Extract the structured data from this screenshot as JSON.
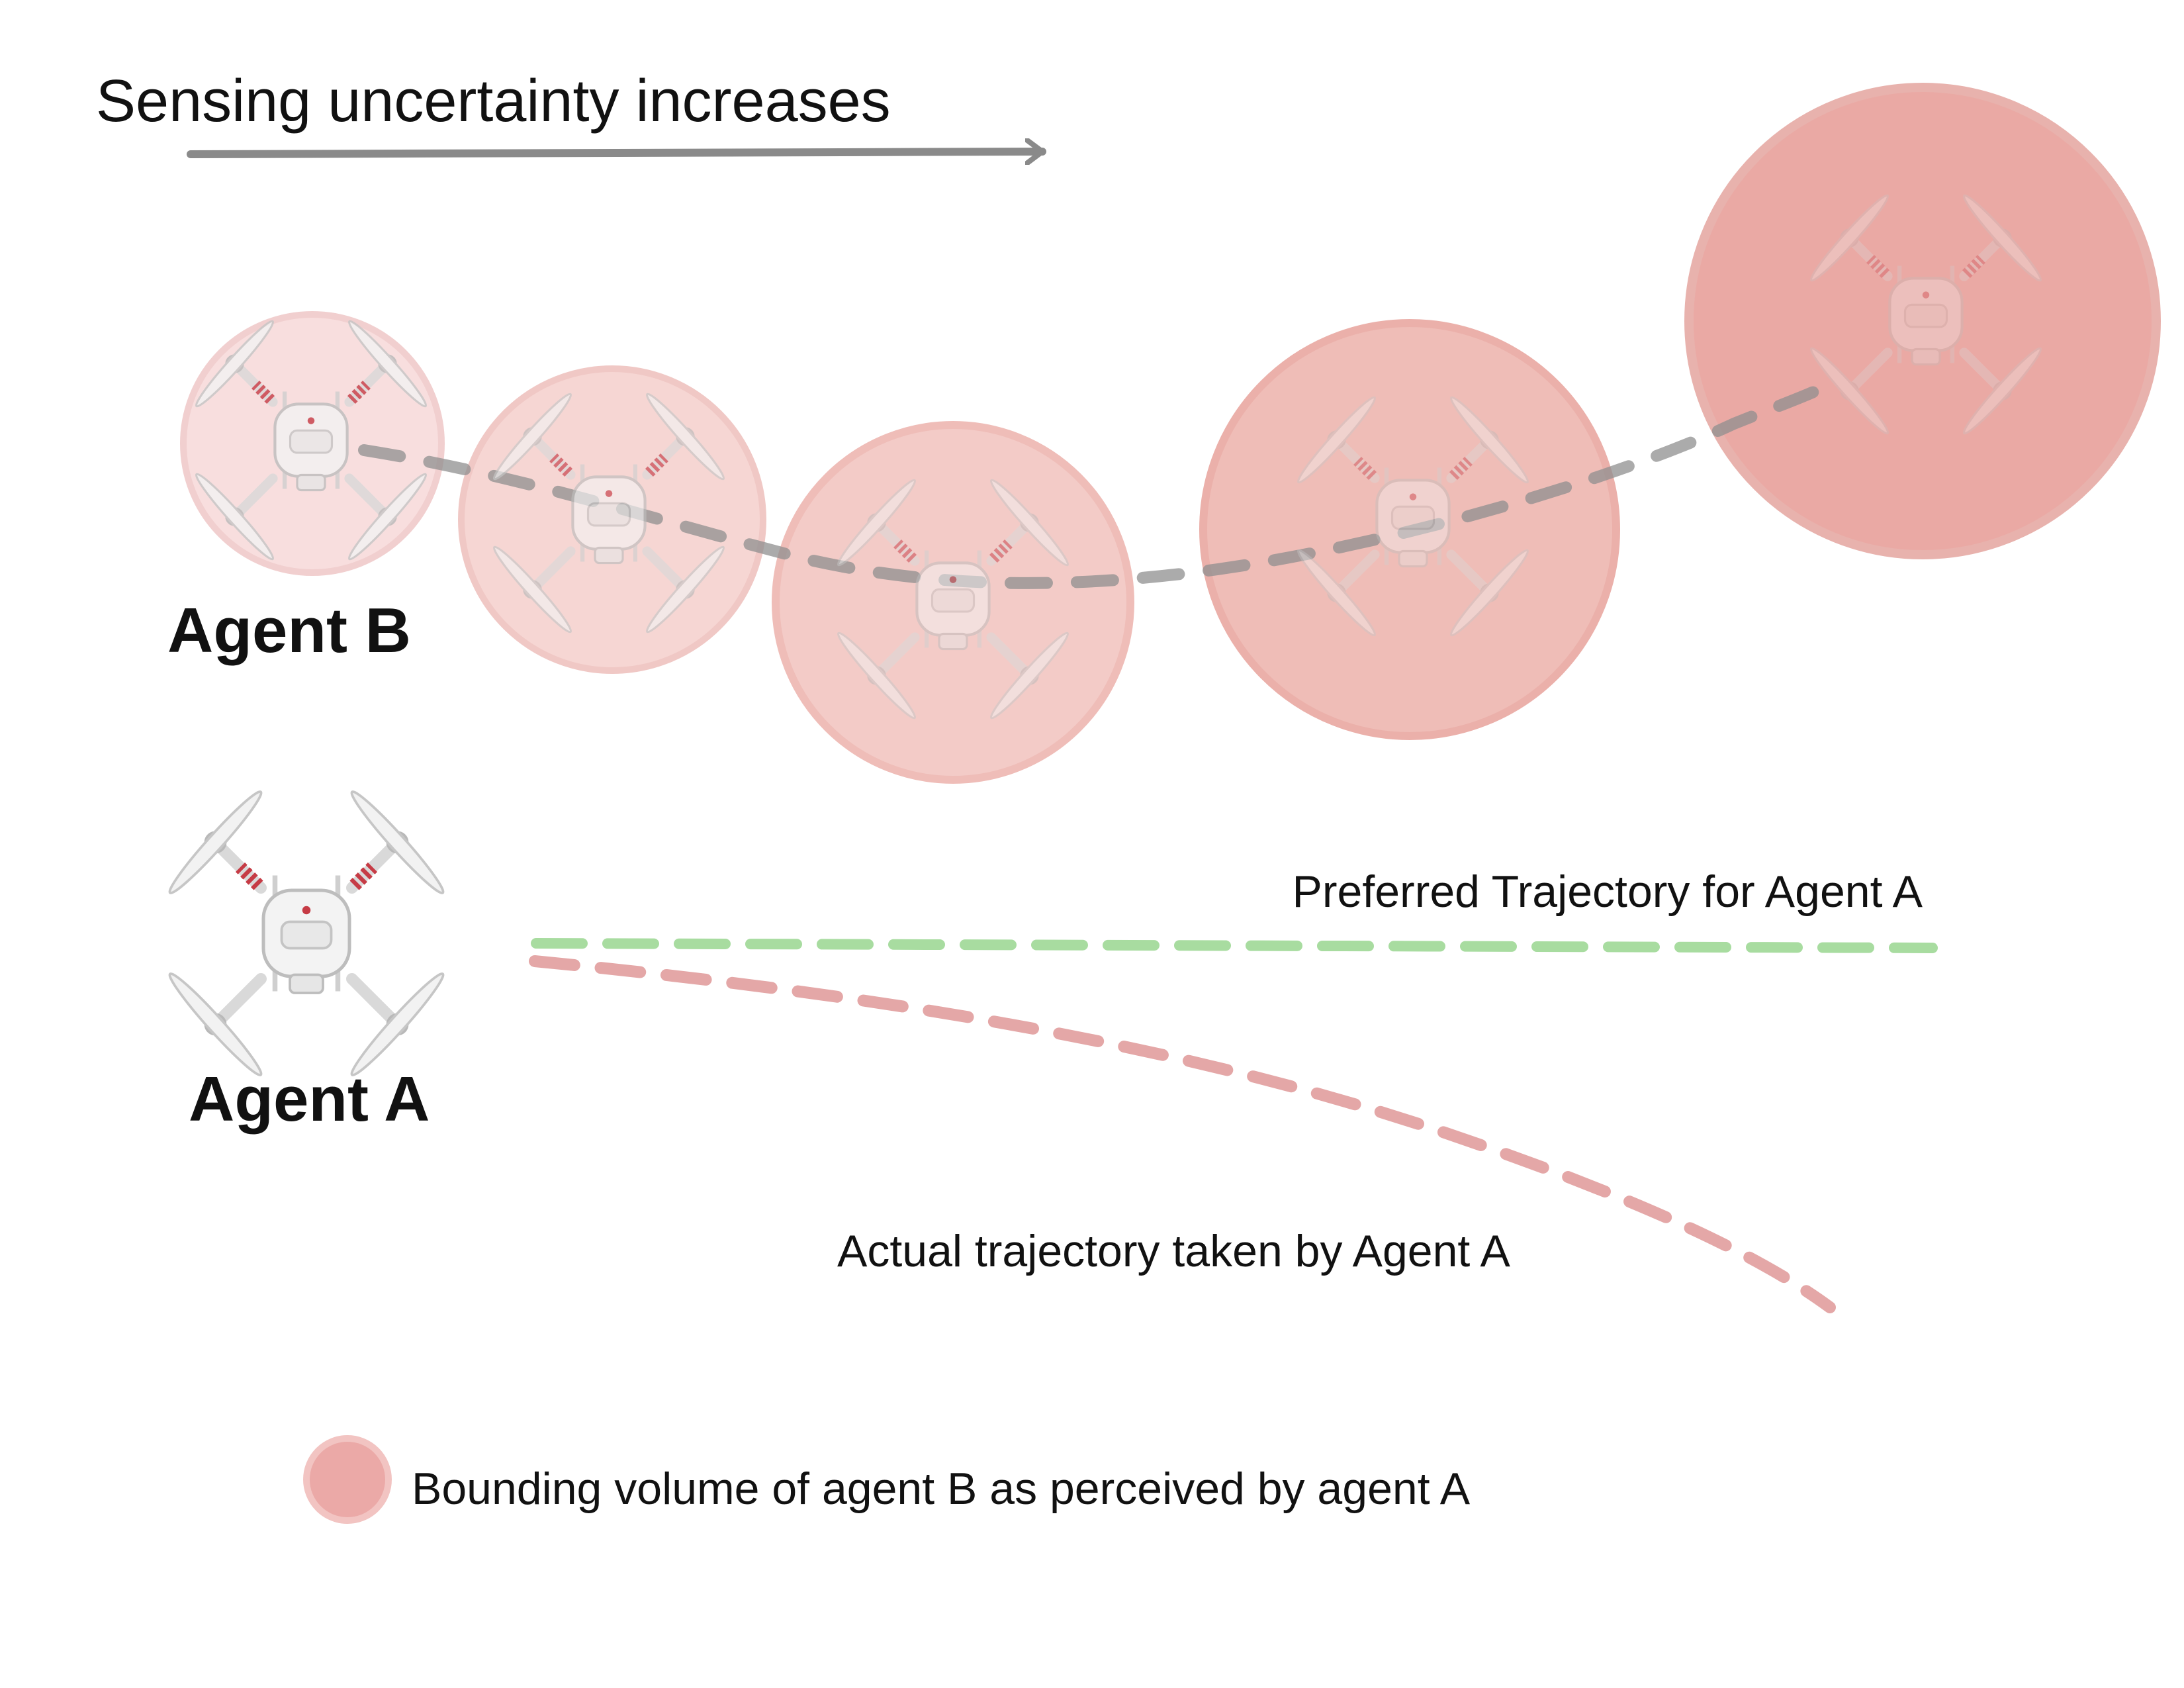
{
  "title": "Sensing uncertainty increases",
  "agents": {
    "b_label": "Agent B",
    "a_label": "Agent A"
  },
  "trajectories": {
    "preferred_label": "Preferred Trajectory for Agent A",
    "actual_label": "Actual trajectory taken by Agent A",
    "preferred_color": "#a8dca0",
    "actual_color": "#e4a7a7",
    "agent_b_path_color": "#8f8f8f"
  },
  "legend": {
    "label": "Bounding volume of agent B as perceived by agent A",
    "color": "#eba9a7"
  },
  "uncertainty_levels": [
    0.22,
    0.36,
    0.5,
    0.64,
    0.85
  ],
  "icons": [
    "drone-icon",
    "arrow-right-icon"
  ]
}
